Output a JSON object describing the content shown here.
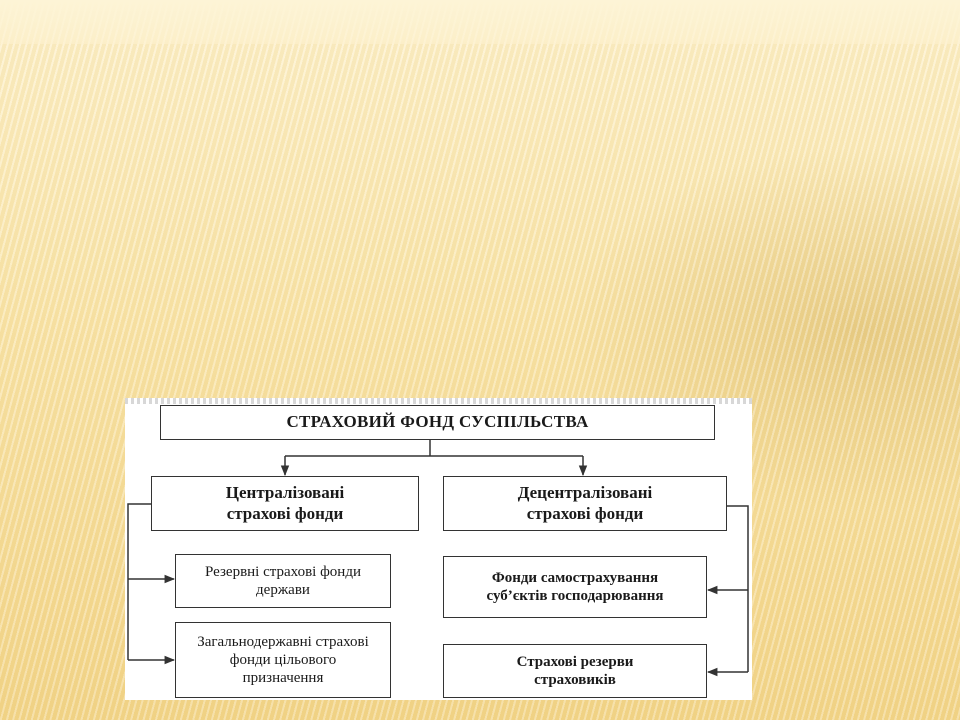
{
  "diagram": {
    "title": "СТРАХОВИЙ ФОНД СУСПІЛЬСТВА",
    "left_category": {
      "line1": "Централізовані",
      "line2": "страхові фонди"
    },
    "right_category": {
      "line1": "Децентралізовані",
      "line2": "страхові фонди"
    },
    "left_items": [
      {
        "line1": "Резервні страхові фонди",
        "line2": "держави"
      },
      {
        "line1": "Загальнодержавні страхові",
        "line2": "фонди цільового",
        "line3": "призначення"
      }
    ],
    "right_items": [
      {
        "line1": "Фонди самострахування",
        "line2": "суб’єктів господарювання"
      },
      {
        "line1": "Страхові резерви",
        "line2": "страховиків"
      }
    ]
  },
  "colors": {
    "background_top": "#fdf1cc",
    "background_bottom": "#f3d589",
    "line": "#333333"
  }
}
